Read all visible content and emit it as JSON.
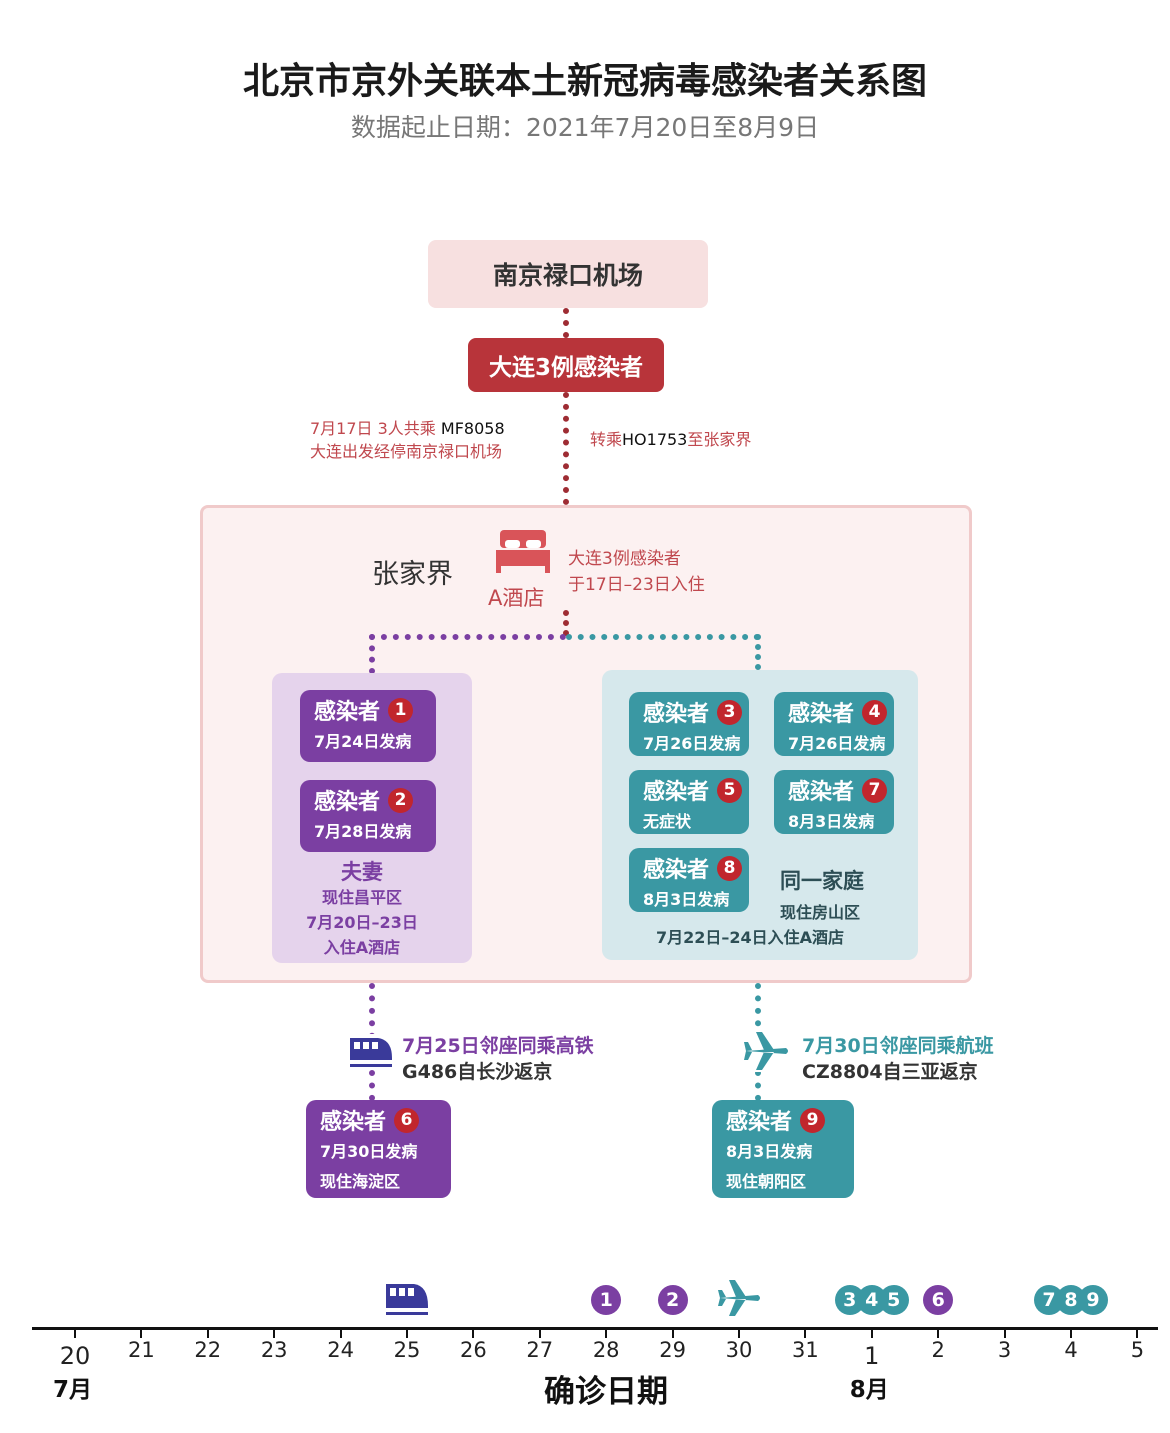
{
  "title": "北京市京外关联本土新冠病毒感染者关系图",
  "subtitle": "数据起止日期：2021年7月20日至8月9日",
  "origin": "南京禄口机场",
  "dalian": "大连3例感染者",
  "flight_note": {
    "line1_prefix": "7月17日 3人共乘 ",
    "line1_code": "MF8058",
    "line2": "大连出发经停南京禄口机场"
  },
  "transfer_note": {
    "prefix": "转乘",
    "code": "HO1753",
    "suffix": "至张家界"
  },
  "zjj": {
    "place": "张家界",
    "hotel": "A酒店",
    "hotel_note1": "大连3例感染者",
    "hotel_note2": "于17日–23日入住"
  },
  "couple": {
    "cases": [
      {
        "label": "感染者",
        "num": "1",
        "sub": "7月24日发病"
      },
      {
        "label": "感染者",
        "num": "2",
        "sub": "7月28日发病"
      }
    ],
    "title": "夫妻",
    "line1": "现住昌平区",
    "line2": "7月20日–23日",
    "line3": "入住A酒店"
  },
  "family": {
    "cases": [
      {
        "label": "感染者",
        "num": "3",
        "sub": "7月26日发病"
      },
      {
        "label": "感染者",
        "num": "4",
        "sub": "7月26日发病"
      },
      {
        "label": "感染者",
        "num": "5",
        "sub": "无症状"
      },
      {
        "label": "感染者",
        "num": "7",
        "sub": "8月3日发病"
      },
      {
        "label": "感染者",
        "num": "8",
        "sub": "8月3日发病"
      }
    ],
    "title": "同一家庭",
    "line1": "现住房山区",
    "stay": "7月22日–24日入住A酒店"
  },
  "train_route": {
    "line1": "7月25日邻座同乘高铁",
    "line2": "G486自长沙返京"
  },
  "flight_route": {
    "line1": "7月30日邻座同乘航班",
    "line2": "CZ8804自三亚返京"
  },
  "case6": {
    "label": "感染者",
    "num": "6",
    "sub1": "7月30日发病",
    "sub2": "现住海淀区"
  },
  "case9": {
    "label": "感染者",
    "num": "9",
    "sub1": "8月3日发病",
    "sub2": "现住朝阳区"
  },
  "timeline": {
    "ticks": [
      "20",
      "21",
      "22",
      "23",
      "24",
      "25",
      "26",
      "27",
      "28",
      "29",
      "30",
      "31",
      "1",
      "2",
      "3",
      "4",
      "5"
    ],
    "month_labels": [
      {
        "text": "7月",
        "tick": 0
      },
      {
        "text": "8月",
        "tick": 12
      }
    ],
    "axis_title": "确诊日期",
    "markers": [
      {
        "type": "train-icon",
        "tick": 5
      },
      {
        "type": "case",
        "nums": [
          "1"
        ],
        "tick": 8,
        "group": "purple"
      },
      {
        "type": "case",
        "nums": [
          "2"
        ],
        "tick": 9,
        "group": "purple"
      },
      {
        "type": "plane-icon",
        "tick": 10
      },
      {
        "type": "case",
        "nums": [
          "3",
          "4",
          "5"
        ],
        "tick": 12,
        "group": "teal"
      },
      {
        "type": "case",
        "nums": [
          "6"
        ],
        "tick": 13,
        "group": "purple"
      },
      {
        "type": "case",
        "nums": [
          "7",
          "8",
          "9"
        ],
        "tick": 15,
        "group": "teal"
      }
    ]
  },
  "colors": {
    "purple": "#7b3fa2",
    "teal": "#3a98a3",
    "red": "#b8343a",
    "train": "#3a3a9a"
  }
}
